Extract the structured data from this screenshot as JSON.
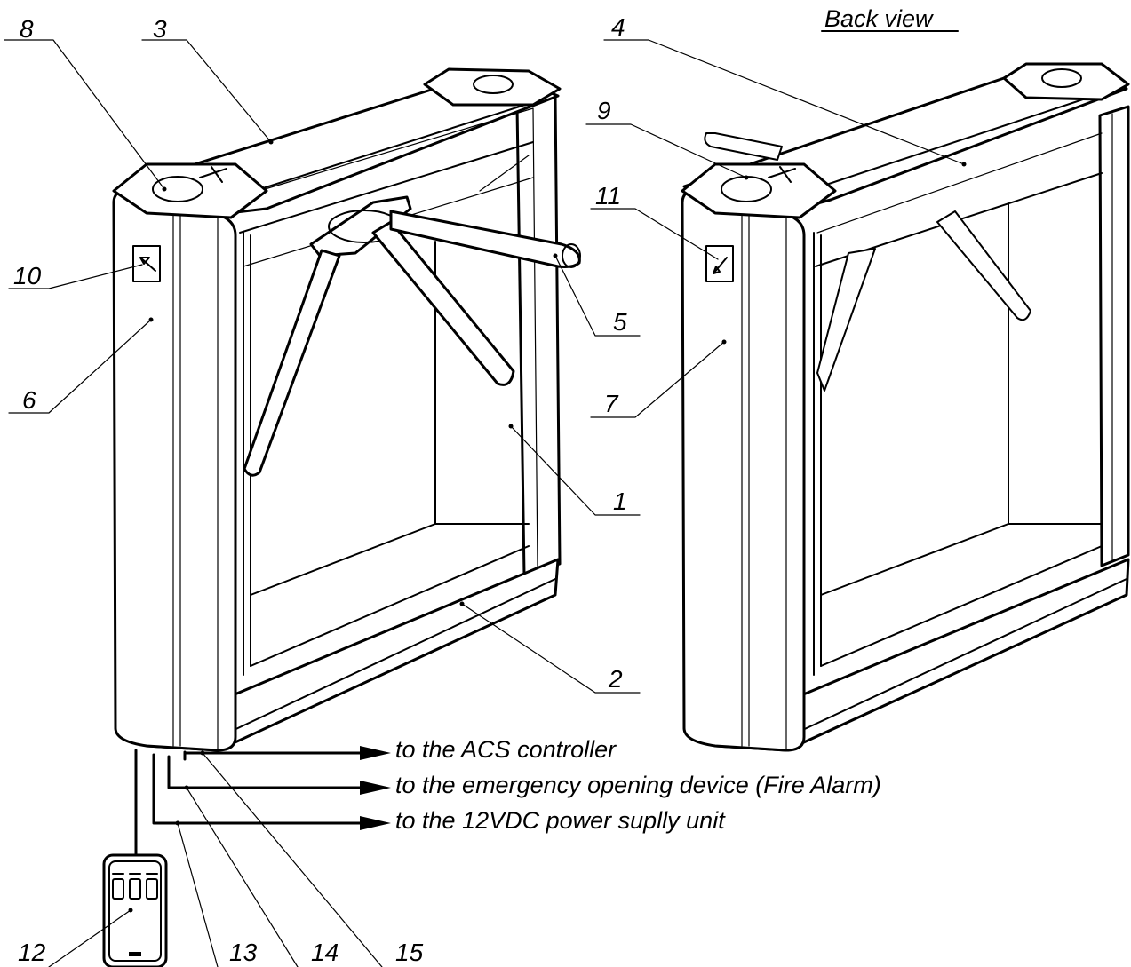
{
  "title": "Back view",
  "callouts": {
    "c1": "1",
    "c2": "2",
    "c3": "3",
    "c4": "4",
    "c5": "5",
    "c6": "6",
    "c7": "7",
    "c8": "8",
    "c9": "9",
    "c10": "10",
    "c11": "11",
    "c12": "12",
    "c13": "13",
    "c14": "14",
    "c15": "15"
  },
  "connections": {
    "acs": "to the ACS controller",
    "fire": "to the emergency opening device  (Fire Alarm)",
    "power": "to the 12VDC power suplly unit"
  }
}
